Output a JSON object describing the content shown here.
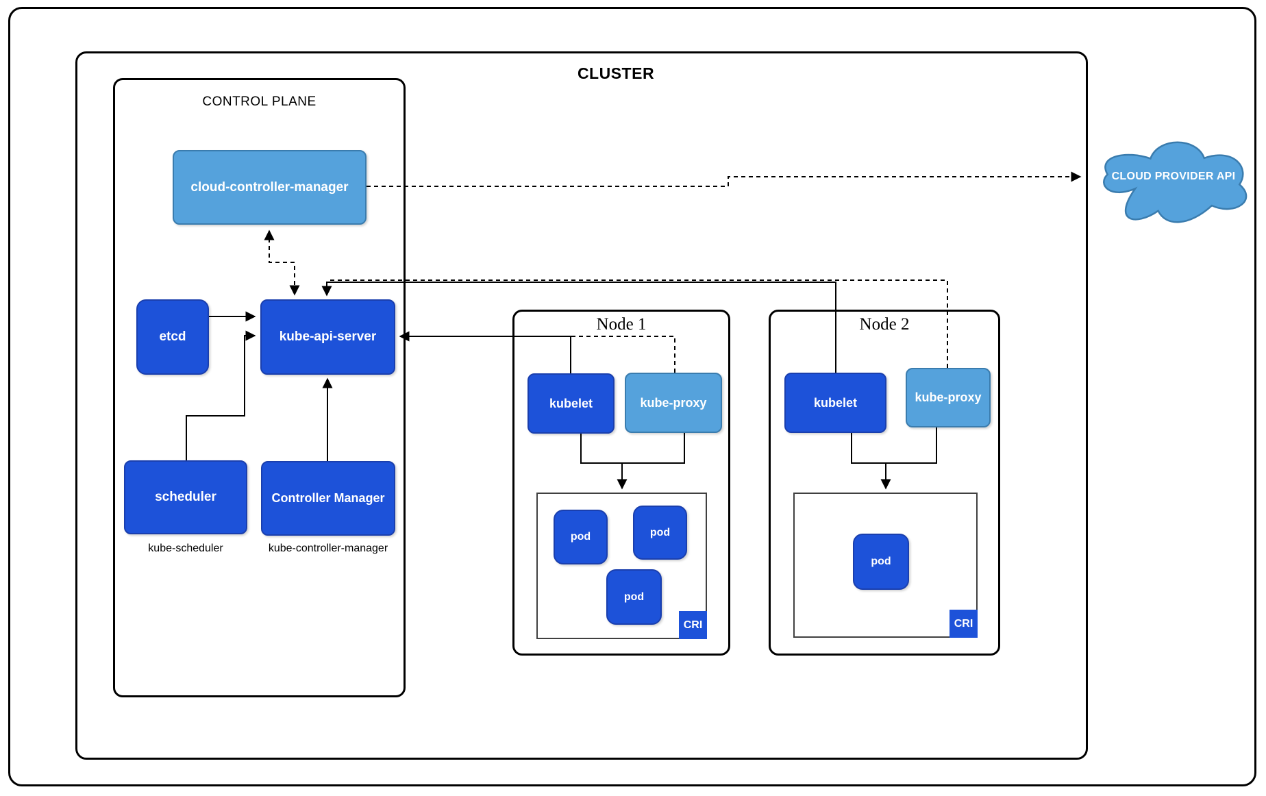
{
  "colors": {
    "dark_blue": "#1d52d9",
    "dark_blue_border": "#1a3fae",
    "light_blue": "#55a2dc",
    "light_blue_border": "#3a7cae",
    "line": "#000000",
    "inner_border": "#404040",
    "frame": "#000000"
  },
  "cluster": {
    "title": "CLUSTER"
  },
  "control_plane": {
    "title": "CONTROL PLANE",
    "cloud_controller_manager": "cloud-controller-manager",
    "etcd": "etcd",
    "kube_api_server": "kube-api-server",
    "scheduler": "scheduler",
    "controller_manager": "Controller Manager",
    "scheduler_caption": "kube-scheduler",
    "controller_manager_caption": "kube-controller-manager"
  },
  "nodes": [
    {
      "title": "Node 1",
      "kubelet": "kubelet",
      "kube_proxy": "kube-proxy",
      "pods": [
        "pod",
        "pod",
        "pod"
      ],
      "cri": "CRI"
    },
    {
      "title": "Node 2",
      "kubelet": "kubelet",
      "kube_proxy": "kube-proxy",
      "pods": [
        "pod"
      ],
      "cri": "CRI"
    }
  ],
  "external": {
    "cloud_provider_api": "CLOUD PROVIDER API"
  }
}
